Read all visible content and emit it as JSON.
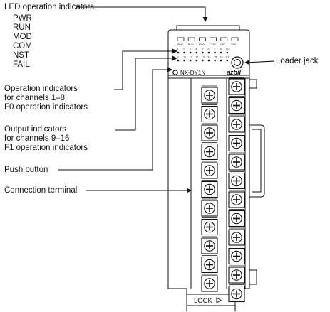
{
  "callouts": {
    "led_title": "LED operation indicators",
    "led_list": [
      "PWR",
      "RUN",
      "MOD",
      "COM",
      "NST",
      "FAIL"
    ],
    "operation": [
      "Operation indicators",
      "for channels 1–8",
      "F0 operation indicators"
    ],
    "output": [
      "Output indicators",
      "for channels 9–16",
      "F1 operation indicators"
    ],
    "push_button": "Push button",
    "connection_terminal": "Connection terminal",
    "loader_jack": "Loader jack"
  },
  "device": {
    "model": "NX-DY1N",
    "logo": "azbil",
    "lock": "LOCK",
    "led_tags": [
      "PWR",
      "RUN",
      "MOD",
      "COM",
      "NST",
      "FAIL"
    ],
    "row_marks_1": [
      "1",
      "2",
      "3",
      "4",
      "5",
      "6",
      "7",
      "8",
      "F0"
    ],
    "row_marks_2": [
      "9",
      "10",
      "11",
      "12",
      "13",
      "14",
      "15",
      "16",
      "F1"
    ]
  }
}
